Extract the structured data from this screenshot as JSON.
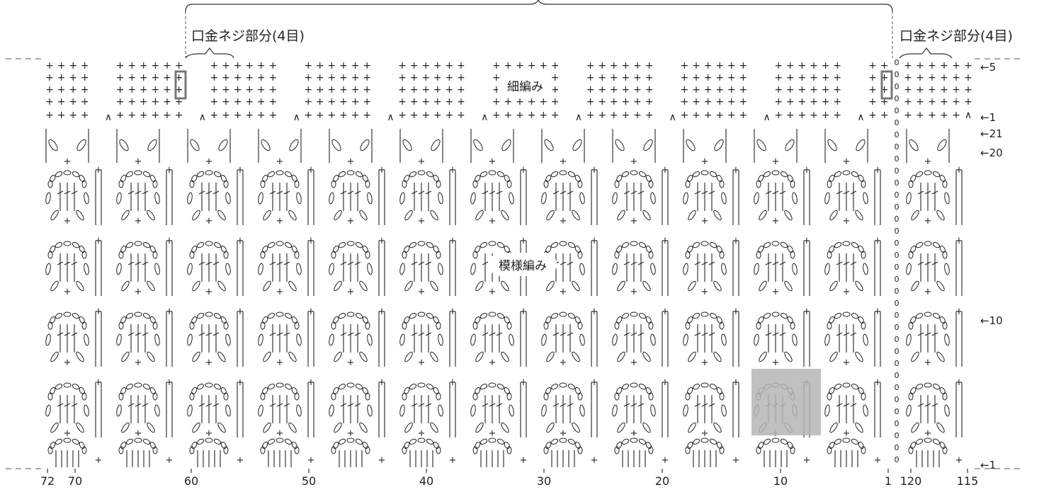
{
  "labels": {
    "kuchigane_left": "口金ネジ部分(4目)",
    "kuchigane_right": "口金ネジ部分(4目)",
    "hosoami": "細編み",
    "moyouami": "模様編み"
  },
  "row_markers": [
    {
      "text": "←5"
    },
    {
      "text": "←1"
    },
    {
      "text": "←21"
    },
    {
      "text": "←20"
    },
    {
      "text": "←10"
    },
    {
      "text": "←1"
    }
  ],
  "column_numbers": [
    "72",
    "70",
    "60",
    "50",
    "40",
    "30",
    "20",
    "10",
    "1",
    "120",
    "115"
  ],
  "symbols": {
    "single_crochet": "+",
    "decrease": "∧",
    "chain": "0",
    "chain_loop": "0'"
  },
  "colors": {
    "ink": "#222222",
    "dashed_line": "#555555",
    "highlight_box": "#b5b5b5",
    "marker_rect": "#777777"
  }
}
